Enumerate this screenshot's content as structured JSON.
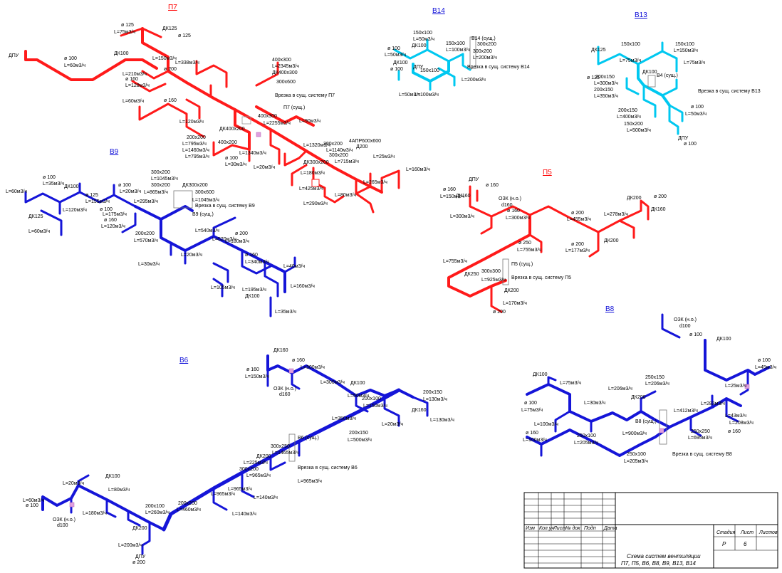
{
  "systems": {
    "p7": {
      "title": "П7"
    },
    "b14": {
      "title": "В14"
    },
    "b13": {
      "title": "В13"
    },
    "b9": {
      "title": "В9"
    },
    "p5": {
      "title": "П5"
    },
    "b8": {
      "title": "В8"
    },
    "b6": {
      "title": "В6"
    }
  },
  "labels": {
    "p7": [
      "ДК125",
      "ø 125",
      "L=75м3/ч",
      "ДК100",
      "ø 100",
      "L=60м3/ч",
      "ДПУ",
      "ø 125",
      "L=150м3/ч",
      "ø 200",
      "L=338м3/ч",
      "L=210м3/ч",
      "ø 160",
      "L=128м3/ч",
      "L=60м3/ч",
      "ø 160",
      "L=120м3/ч",
      "L=795м3/ч",
      "L=1460м3/ч",
      "L=795м3/ч",
      "200x200",
      "400x200",
      "400x300",
      "L=2345м3/ч",
      "ДК400x300",
      "300x600",
      "Врезка в сущ. систему П7",
      "П7 (сущ.)",
      "400x300",
      "L=2255м3/ч",
      "L=90м3/ч",
      "ДК400x200",
      "L=1340м3/ч",
      "ø 100",
      "L=30м3/ч",
      "L=20м3/ч",
      "L=1320м3/ч",
      "200x200",
      "L=1140м3/ч",
      "300x200",
      "L=715м3/ч",
      "ДК300x200",
      "4АПР600x600",
      "Д200",
      "L=180м3/ч",
      "L=425м3/ч",
      "L=290м3/ч",
      "L=80м3/ч",
      "L=265м3/ч",
      "L=25м3/ч",
      "L=160м3/ч"
    ],
    "b14": [
      "150x100",
      "L=50м3/ч",
      "150x100",
      "L=100м3/ч",
      "В14 (сущ.)",
      "300x200",
      "300x200",
      "L=200м3/ч",
      "Врезка в сущ. систему В14",
      "ДК100",
      "ø 100",
      "L=50м3/ч",
      "ДПУ",
      "ø 100",
      "150x100",
      "L=200м3/ч",
      "L=100м3/ч",
      "L=50м3/ч",
      "ДК100"
    ],
    "b13": [
      "150x100",
      "L=150м3/ч",
      "150x100",
      "L=75м3/ч",
      "ДК125",
      "ø 125",
      "L=75м3/ч",
      "200x150",
      "L=300м3/ч",
      "200x150",
      "L=350м3/ч",
      "В4 (сущ.)",
      "Врезка в сущ. систему В13",
      "ДК100",
      "200x150",
      "L=400м3/ч",
      "150x200",
      "L=500м3/ч",
      "ø 100",
      "L=50м3/ч",
      "ДПУ",
      "ø 100"
    ],
    "b9": [
      "ø 100",
      "L=35м3/ч",
      "ДК100",
      "L=60м3/ч",
      "ø 125",
      "L=155м3/ч",
      "ДК125",
      "L=120м3/ч",
      "L=60м3/ч",
      "ø 100",
      "L=20м3/ч",
      "ø 100",
      "L=865м3/ч",
      "300x200",
      "L=1045м3/ч",
      "300x200",
      "ДК300x200",
      "300x600",
      "L=1045м3/ч",
      "Врезка в сущ. систему В9",
      "В9 (сущ.)",
      "L=295м3/ч",
      "L=175м3/ч",
      "200x200",
      "L=570м3/ч",
      "ø 160",
      "L=120м3/ч",
      "L=540м3/ч",
      "L=520м3/ч",
      "L=180м3/ч",
      "ø 200",
      "L=20м3/ч",
      "L=30м3/ч",
      "ø 160",
      "L=340м3/ч",
      "L=40м3/ч",
      "L=105м3/ч",
      "L=195м3/ч",
      "L=160м3/ч",
      "L=35м3/ч",
      "ДК100"
    ],
    "p5": [
      "ДПУ",
      "ø 160",
      "ДК160",
      "ø 160",
      "L=150м3/ч",
      "L=300м3/ч",
      "ОЗК (н.о.)",
      "d160",
      "ø 160",
      "L=300м3/ч",
      "ø 200",
      "L=455м3/ч",
      "ДК200",
      "L=278м3/ч",
      "ø 200",
      "ДК160",
      "ø 250",
      "L=755м3/ч",
      "L=755м3/ч",
      "ø 200",
      "L=177м3/ч",
      "ДК200",
      "ДК250",
      "300x300",
      "L=925м3/ч",
      "П5 (сущ.)",
      "Врезка в сущ. систему П5",
      "ДК200",
      "L=170м3/ч",
      "ø 200"
    ],
    "b8": [
      "ОЗК (н.о.)",
      "d100",
      "ø 100",
      "ДК100",
      "ø 100",
      "L=45м3/ч",
      "ДК100",
      "L=75м3/ч",
      "L=25м3/ч",
      "250x150",
      "L=206м3/ч",
      "L=30м3/ч",
      "L=283м3/ч",
      "L=206м3/ч",
      "ДК200",
      "L=412м3/ч",
      "ø 100",
      "L=75м3/ч",
      "ø 160",
      "L=100м3/ч",
      "L=100м3/ч",
      "250x100",
      "L=205м3/ч",
      "250x100",
      "L=205м3/ч",
      "L=900м3/ч",
      "В8 (сущ.)",
      "250x250",
      "L=695м3/ч",
      "Врезка в сущ. систему В8",
      "L=208м3/ч",
      "L=43м3/ч",
      "ø 160"
    ],
    "b6": [
      "ДК160",
      "ø 160",
      "L=300м3/ч",
      "L=150м3/ч",
      "ø 160",
      "ОЗК (н.о.)",
      "d160",
      "L=300м3/ч",
      "ДК100",
      "L=50м3/ч",
      "200x150",
      "L=130м3/ч",
      "200x100",
      "L=150м3/ч",
      "L=350м3/ч",
      "L=20м3/ч",
      "ДК160",
      "L=130м3/ч",
      "200x150",
      "L=500м3/ч",
      "300x250",
      "L=1465м3/ч",
      "В6 (сущ.)",
      "Врезка в сущ. систему В6",
      "L=225м3/ч",
      "ДК200",
      "L=965м3/ч",
      "300x200",
      "L=965м3/ч",
      "L=965м3/ч",
      "L=965м3/ч",
      "L=140м3/ч",
      "L=140м3/ч",
      "200x200",
      "L=460м3/ч",
      "200x100",
      "L=260м3/ч",
      "ДК100",
      "L=80м3/ч",
      "L=20м3/ч",
      "L=60м3/ч",
      "L=180м3/ч",
      "ДК200",
      "ОЗК (н.о.)",
      "d100",
      "L=200м3/ч",
      "ДПУ",
      "ø 200",
      "ø 100"
    ]
  },
  "title_block": {
    "cols": [
      "Изм",
      "Кол.уч",
      "Лист",
      "№ док",
      "Подп",
      "Дата"
    ],
    "stage_label": "Стадия",
    "sheet_label": "Лист",
    "sheets_label": "Листов",
    "stage": "Р",
    "sheet": "6",
    "name_line1": "Схема систем вентиляции",
    "name_line2": "П7, П5, В6, В8, В9, В13, В14"
  }
}
